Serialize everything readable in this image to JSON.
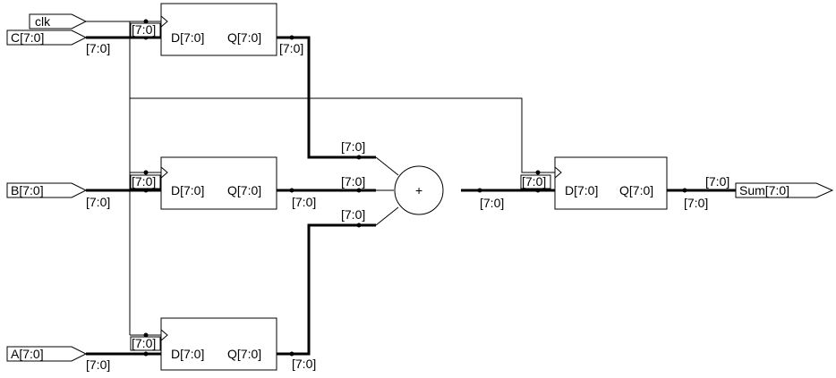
{
  "inputs": {
    "clk": "clk",
    "c": "C[7:0]",
    "b": "B[7:0]",
    "a": "A[7:0]"
  },
  "output": {
    "sum": "Sum[7:0]"
  },
  "bus_width": "[7:0]",
  "register": {
    "d_pin": "D[7:0]",
    "q_pin": "Q[7:0]"
  },
  "adder": {
    "symbol": "+"
  }
}
